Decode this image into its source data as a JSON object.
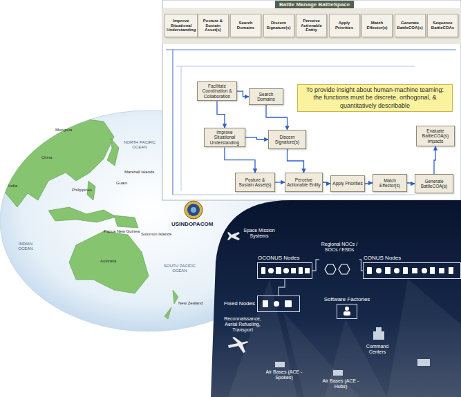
{
  "diagram": {
    "title": "Battle Manage BattleSpace",
    "nodes": [
      {
        "text": [
          "Improve Situational Understanding"
        ]
      },
      {
        "text": [
          "Posture & Sustain Asset(s)"
        ]
      },
      {
        "text": [
          "Search Domains"
        ]
      },
      {
        "text": [
          "Discern Signature(s)"
        ]
      },
      {
        "text": [
          "Perceive Actionable Entity"
        ]
      },
      {
        "text": [
          "Apply Priorities"
        ]
      },
      {
        "text": [
          "Match Effector(s)"
        ]
      },
      {
        "text": [
          "Generate BattleCOA(s)"
        ]
      },
      {
        "text": [
          "Sequence BattleCOAs"
        ]
      },
      {
        "text": [
          "Facilitate Coordination & Collaboration"
        ]
      },
      {
        "text": [
          "Search Domains"
        ]
      },
      {
        "text": [
          "Improve Situational Understanding"
        ]
      },
      {
        "text": [
          "Discern Signature(s)"
        ]
      },
      {
        "text": [
          "Posture & Sustain Asset(s)"
        ]
      },
      {
        "text": [
          "Perceive Actionable Entity"
        ]
      },
      {
        "text": [
          "Apply Priorities"
        ]
      },
      {
        "text": [
          "Match Effector(s)"
        ]
      },
      {
        "text": [
          "Generate BattleCOA(s)"
        ]
      },
      {
        "text": [
          "Evaluate BattleCOA(s) Impacts"
        ]
      },
      {
        "text": [
          "To provide insight about human-machine teaming: the functions must be discrete, orthogonal, & quantitatively describable"
        ]
      },
      {
        "text": [
          "OCONUS Nodes"
        ]
      },
      {
        "text": [
          "Fixed Nodes"
        ]
      },
      {
        "text": [
          "Regional NOCs / SOCs / ESDs"
        ]
      },
      {
        "text": [
          "CONUS Nodes"
        ]
      },
      {
        "text": [
          "Software Factories"
        ]
      }
    ],
    "edges": [
      {
        "from": 9,
        "to": 10,
        "arrow": "to"
      },
      {
        "from": 9,
        "to": 11,
        "arrow": "to"
      },
      {
        "from": 10,
        "to": 12,
        "arrow": "to"
      },
      {
        "from": 11,
        "to": 12,
        "arrow": "to"
      },
      {
        "from": 11,
        "to": 13,
        "arrow": "to"
      },
      {
        "from": 12,
        "to": 14,
        "arrow": "to"
      },
      {
        "from": 13,
        "to": 14,
        "arrow": "to"
      },
      {
        "from": 14,
        "to": 15,
        "arrow": "to"
      },
      {
        "from": 15,
        "to": 16,
        "arrow": "to"
      },
      {
        "from": 16,
        "to": 17,
        "arrow": "to"
      },
      {
        "from": 17,
        "to": 18,
        "arrow": "to"
      },
      {
        "from": 20,
        "to": 22,
        "arrow": "none"
      },
      {
        "from": 22,
        "to": 23,
        "arrow": "none"
      },
      {
        "from": 20,
        "to": 21,
        "arrow": "none"
      }
    ],
    "labels": [
      "USINDOPACOM",
      "Space Mission Systems",
      "Reconnaissance, Aerial Refueling, Transport",
      "Command Centers",
      "Air Bases (ACE - Spokes)",
      "Air Bases (ACE - Hubs)",
      "Mongolia",
      "China",
      "India",
      "Philippines",
      "Guam",
      "Marshall Islands",
      "Papua New Guinea",
      "Solomon Islands",
      "Australia",
      "New Zealand",
      "INDIAN OCEAN",
      "NORTH PACIFIC OCEAN",
      "SOUTH PACIFIC OCEAN"
    ]
  }
}
